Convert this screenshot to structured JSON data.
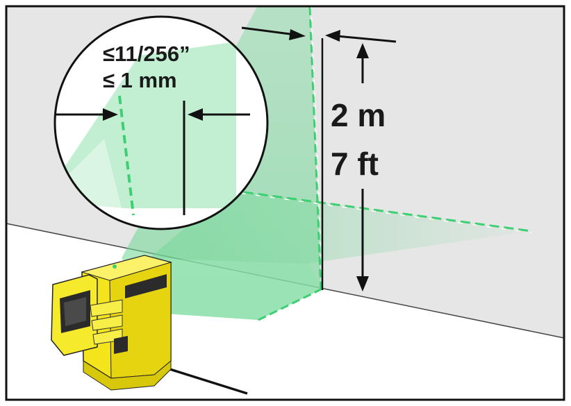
{
  "labels": {
    "tolerance_inch": "≤11/256”",
    "tolerance_mm": "≤ 1 mm",
    "distance_metric": "2 m",
    "distance_imperial": "7 ft"
  },
  "colors": {
    "laser_green": "#3fcf73",
    "fan_green": "#7ddc9e",
    "wall_gray": "#e8e8e8",
    "tool_yellow": "#f4e81c",
    "tool_dark": "#2b2b2b",
    "outline": "#111111"
  },
  "icons": {
    "device": "cross-line-laser-level"
  }
}
